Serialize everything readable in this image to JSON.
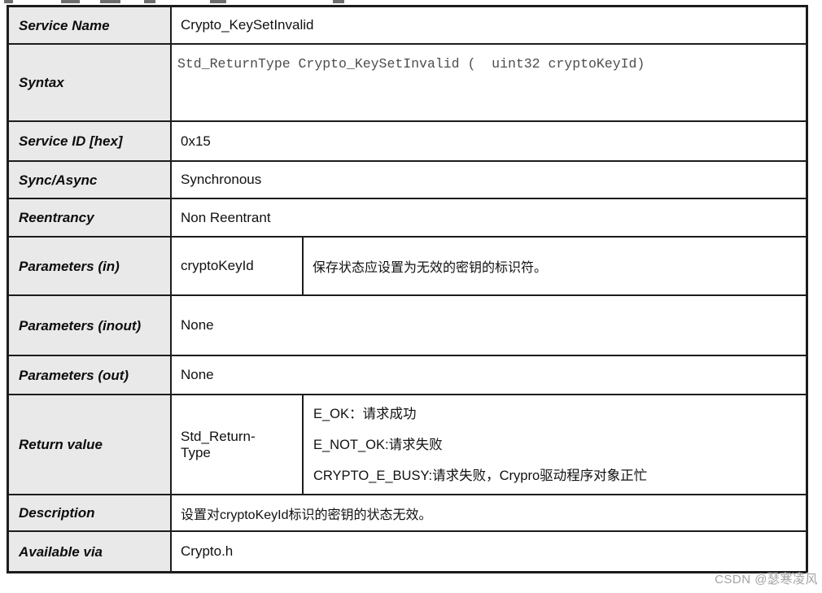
{
  "theme": {
    "label_bg": "#e9e9e9",
    "border": "#1c1c1c",
    "text": "#111111",
    "code_text": "#4d4d4d",
    "watermark": "#a3a3a3",
    "page_bg": "#ffffff"
  },
  "watermark": {
    "text": "CSDN @瑟寒凌风"
  },
  "table": {
    "rows": [
      {
        "label": "Service Name",
        "value": "Crypto_KeySetInvalid"
      },
      {
        "label": "Syntax",
        "code": [
          "Std_ReturnType Crypto_KeySetInvalid (",
          "  uint32 cryptoKeyId",
          ")"
        ]
      },
      {
        "label": "Service ID [hex]",
        "value": "0x15"
      },
      {
        "label": "Sync/Async",
        "value": "Synchronous"
      },
      {
        "label": "Reentrancy",
        "value": "Non Reentrant"
      },
      {
        "label": "Parameters (in)",
        "param_name": "cryptoKeyId",
        "param_desc": "保存状态应设置为无效的密钥的标识符。"
      },
      {
        "label": "Parameters (inout)",
        "value": "None"
      },
      {
        "label": "Parameters (out)",
        "value": "None"
      },
      {
        "label": "Return value",
        "param_name": "Std_Return-\nType",
        "lines": [
          "E_OK：请求成功",
          "E_NOT_OK:请求失败",
          "CRYPTO_E_BUSY:请求失败，Crypro驱动程序对象正忙"
        ]
      },
      {
        "label": "Description",
        "value": "设置对cryptoKeyId标识的密钥的状态无效。"
      },
      {
        "label": "Available via",
        "value": "Crypto.h"
      }
    ]
  }
}
